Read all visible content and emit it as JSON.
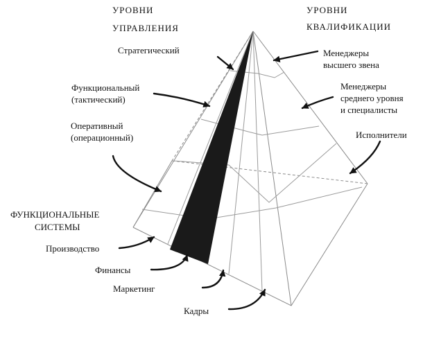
{
  "headers": {
    "levels_management": [
      "УРОВНИ",
      "УПРАВЛЕНИЯ"
    ],
    "levels_qualification": [
      "УРОВНИ",
      "КВАЛИФИКАЦИИ"
    ],
    "functional_systems": [
      "ФУНКЦИОНАЛЬНЫЕ",
      "СИСТЕМЫ"
    ]
  },
  "management_levels": {
    "strategic": "Стратегический",
    "functional": [
      "Функциональный",
      "(тактический)"
    ],
    "operative": [
      "Оперативный",
      "(операционный)"
    ]
  },
  "qualification_levels": {
    "top": [
      "Менеджеры",
      "высшего звена"
    ],
    "middle": [
      "Менеджеры",
      "среднего уровня",
      "и специалисты"
    ],
    "executors": "Исполнители"
  },
  "functions": {
    "production": "Производство",
    "finance": "Финансы",
    "marketing": "Маркетинг",
    "personnel": "Кадры"
  },
  "colors": {
    "lines": "#8a8a8a",
    "shaded_face": "#1a1a1a",
    "arrows": "#111111"
  }
}
